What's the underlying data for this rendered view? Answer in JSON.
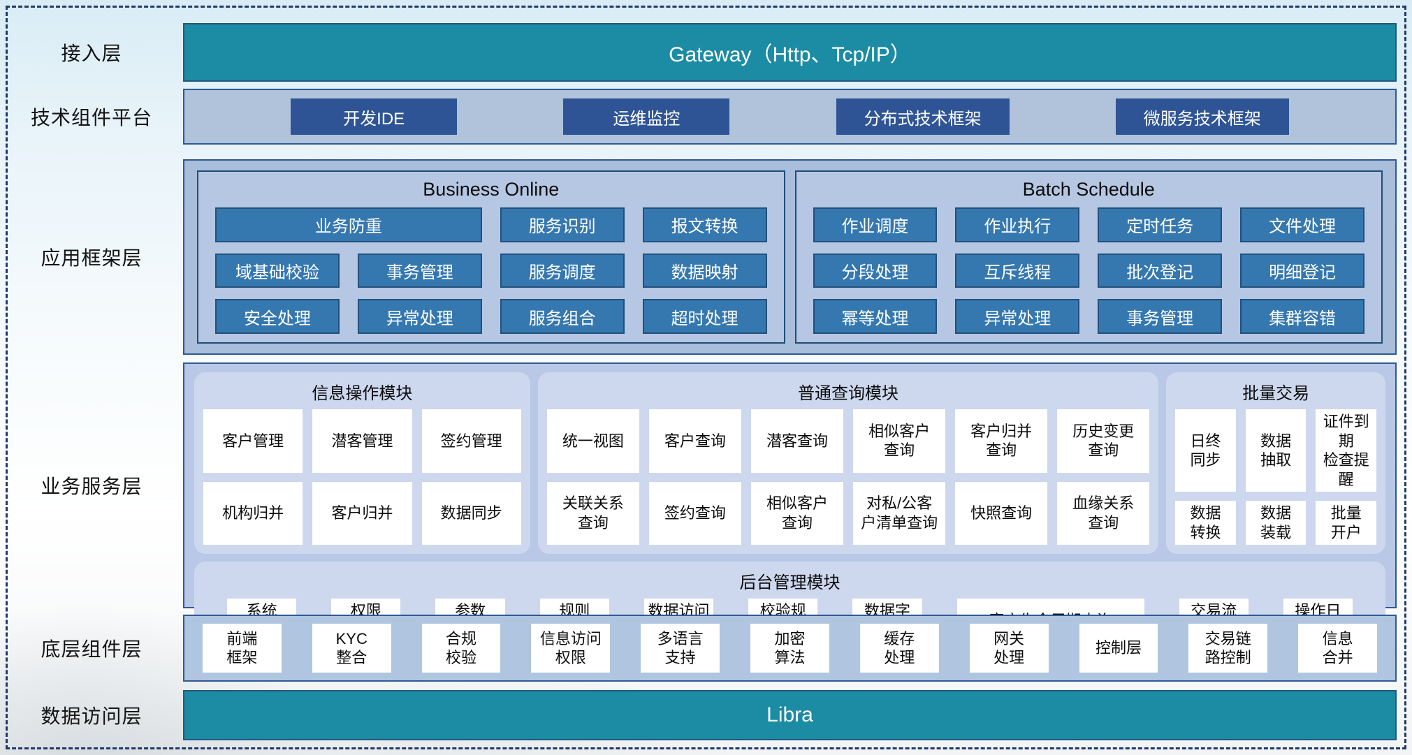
{
  "colors": {
    "teal_bar": "#1C8BA4",
    "navy_button": "#2E5496",
    "steel_button": "#3578B0",
    "container_fill": "#A9BEDB",
    "panel_fill": "#B5C7E2",
    "module_fill": "#CDD8EF",
    "container_border": "#2D5A94",
    "panel_border": "#1F4E79",
    "dashed_frame": "#203A66"
  },
  "layers": {
    "access": {
      "label": "接入层",
      "bar": "Gateway（Http、Tcp/IP）"
    },
    "tech": {
      "label": "技术组件平台",
      "buttons": [
        "开发IDE",
        "运维监控",
        "分布式技术框架",
        "微服务技术框架"
      ]
    },
    "app_framework": {
      "label": "应用框架层",
      "panels": [
        {
          "title": "Business Online",
          "rows": [
            [
              {
                "text": "业务防重",
                "span": 2
              },
              {
                "text": "服务识别"
              },
              {
                "text": "报文转换"
              }
            ],
            [
              {
                "text": "域基础校验"
              },
              {
                "text": "事务管理"
              },
              {
                "text": "服务调度"
              },
              {
                "text": "数据映射"
              }
            ],
            [
              {
                "text": "安全处理"
              },
              {
                "text": "异常处理"
              },
              {
                "text": "服务组合"
              },
              {
                "text": "超时处理"
              }
            ]
          ]
        },
        {
          "title": "Batch Schedule",
          "rows": [
            [
              {
                "text": "作业调度"
              },
              {
                "text": "作业执行"
              },
              {
                "text": "定时任务"
              },
              {
                "text": "文件处理"
              }
            ],
            [
              {
                "text": "分段处理"
              },
              {
                "text": "互斥线程"
              },
              {
                "text": "批次登记"
              },
              {
                "text": "明细登记"
              }
            ],
            [
              {
                "text": "幂等处理"
              },
              {
                "text": "异常处理"
              },
              {
                "text": "事务管理"
              },
              {
                "text": "集群容错"
              }
            ]
          ]
        }
      ]
    },
    "business_service": {
      "label": "业务服务层",
      "modules": [
        {
          "title": "信息操作模块",
          "rows": [
            [
              "客户管理",
              "潜客管理",
              "签约管理"
            ],
            [
              "机构归并",
              "客户归并",
              "数据同步"
            ]
          ]
        },
        {
          "title": "普通查询模块",
          "rows": [
            [
              "统一视图",
              "客户查询",
              "潜客查询",
              "相似客户\n查询",
              "客户归并\n查询",
              "历史变更\n查询"
            ],
            [
              "关联关系\n查询",
              "签约查询",
              "相似客户\n查询",
              "对私/公客\n户清单查询",
              "快照查询",
              "血缘关系\n查询"
            ]
          ]
        },
        {
          "title": "批量交易",
          "rows": [
            [
              "日终\n同步",
              "数据\n抽取",
              "证件到期\n检查提醒"
            ],
            [
              "数据\n转换",
              "数据\n装载",
              "批量\n开户"
            ]
          ]
        }
      ],
      "admin": {
        "title": "后台管理模块",
        "cells": [
          "系统\n管理",
          "权限\n管理",
          "参数\n管理",
          "规则\n配置",
          "数据访问\n控制",
          "校验规\n则管理",
          "数据字\n典管理",
          "客户生命周期查询",
          "交易流\n水查询",
          "操作日\n志查询"
        ]
      }
    },
    "base_components": {
      "label": "底层组件层",
      "cells": [
        "前端\n框架",
        "KYC\n整合",
        "合规\n校验",
        "信息访问\n权限",
        "多语言\n支持",
        "加密\n算法",
        "缓存\n处理",
        "网关\n处理",
        "控制层",
        "交易链\n路控制",
        "信息\n合并"
      ]
    },
    "data_access": {
      "label": "数据访问层",
      "bar": "Libra"
    }
  }
}
